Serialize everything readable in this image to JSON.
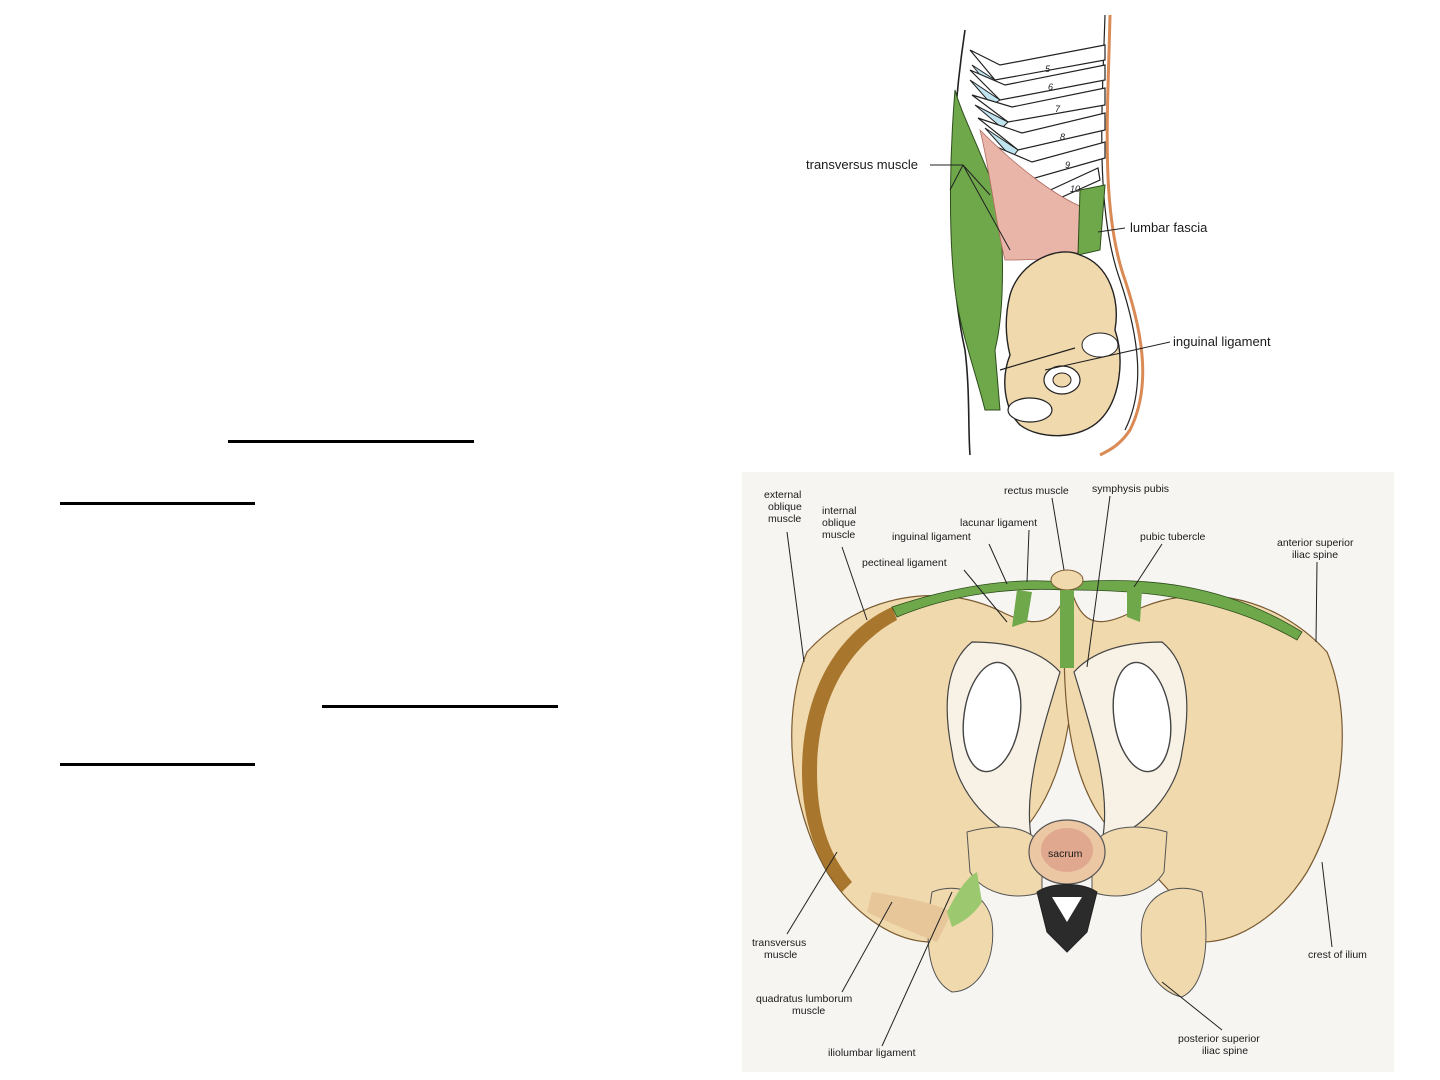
{
  "top_figure": {
    "labels": {
      "transversus": "transversus muscle",
      "lumbar_fascia": "lumbar fascia",
      "inguinal": "inguinal ligament",
      "ribs": [
        "5",
        "6",
        "7",
        "8",
        "9",
        "10"
      ]
    }
  },
  "bottom_figure": {
    "labels": {
      "external_oblique": [
        "external",
        "oblique",
        "muscle"
      ],
      "internal_oblique": [
        "internal",
        "oblique",
        "muscle"
      ],
      "inguinal": "inguinal ligament",
      "lacunar": "lacunar ligament",
      "rectus": "rectus muscle",
      "symphysis": "symphysis pubis",
      "pectineal": "pectineal ligament",
      "pubic_tubercle": "pubic tubercle",
      "asis": [
        "anterior superior",
        "iliac spine"
      ],
      "sacrum": "sacrum",
      "transversus": [
        "transversus",
        "muscle"
      ],
      "quadratus": [
        "quadratus lumborum",
        "muscle"
      ],
      "iliolumbar": "iliolumbar ligament",
      "crest": "crest of ilium",
      "psis": [
        "posterior superior",
        "iliac spine"
      ]
    }
  },
  "colors": {
    "muscle_green": "#6fa84a",
    "muscle_pink": "#e8b5a8",
    "bone": "#f1d9ae",
    "cartilage": "#bfe3ef",
    "fascia_brown": "#a06a1e"
  }
}
